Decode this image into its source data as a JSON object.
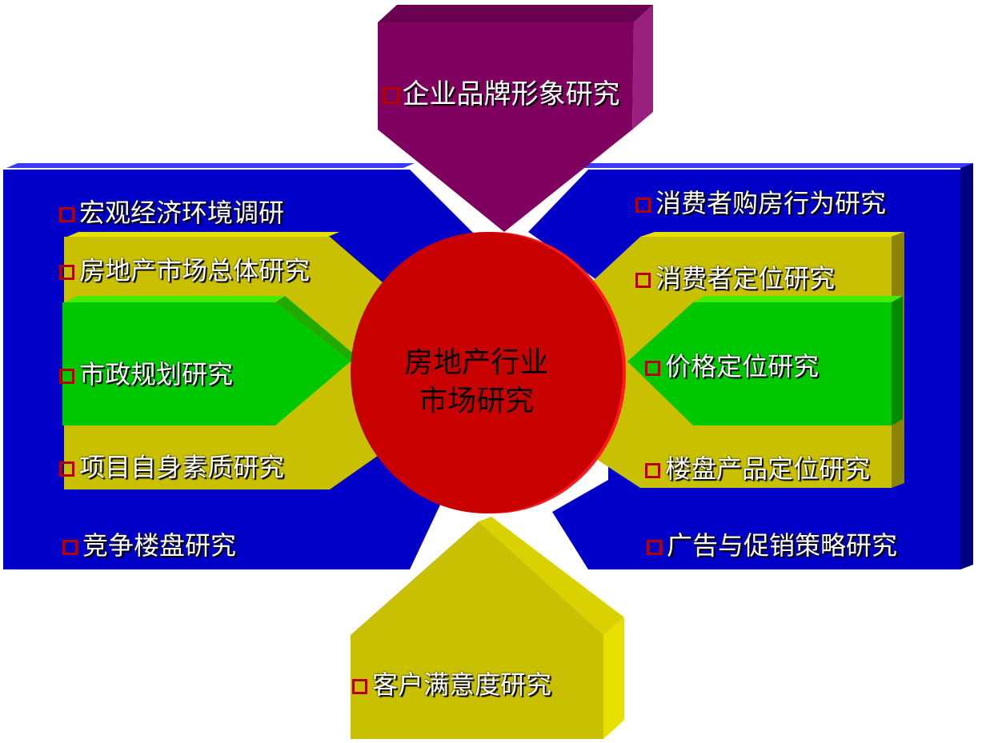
{
  "hub": {
    "line1": "房地产行业",
    "line2": "市场研究"
  },
  "top": {
    "label": "企业品牌形象研究"
  },
  "bottom": {
    "label": "客户满意度研究"
  },
  "left": {
    "outer_top": "宏观经济环境调研",
    "middle_top": "房地产市场总体研究",
    "inner": "市政规划研究",
    "middle_bottom": "项目自身素质研究",
    "outer_bottom": "竞争楼盘研究"
  },
  "right": {
    "outer_top": "消费者购房行为研究",
    "middle_top": "消费者定位研究",
    "inner": "价格定位研究",
    "middle_bottom": "楼盘产品定位研究",
    "outer_bottom": "广告与促销策略研究"
  },
  "colors": {
    "blue": "#0000c8",
    "blue_dark": "#000080",
    "olive": "#c8c000",
    "olive_dark": "#8a8400",
    "green": "#00c800",
    "green_light": "#44ee00",
    "purple": "#800060",
    "purple_dark": "#500040",
    "red": "#c80000",
    "red_light": "#ff1a1a",
    "checkbox": "#b40000"
  },
  "icons": {
    "checkbox": "square-outline-icon"
  }
}
